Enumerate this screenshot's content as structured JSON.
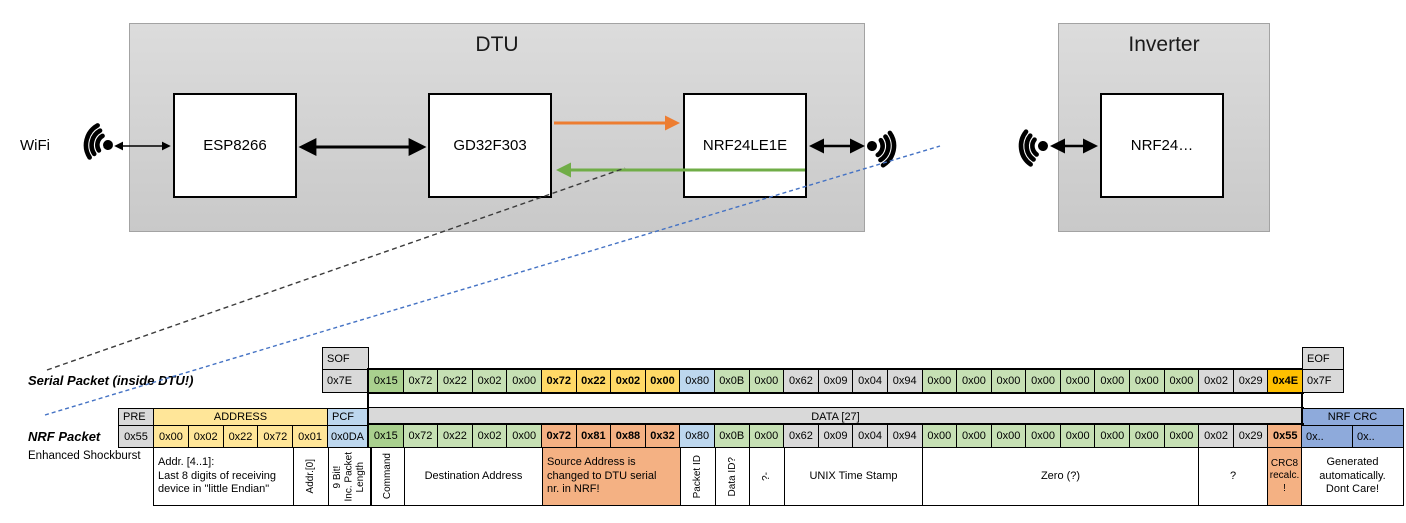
{
  "diagram": {
    "wifi_label": "WiFi",
    "dtu": {
      "title": "DTU",
      "esp": "ESP8266",
      "gd32": "GD32F303",
      "nrf": "NRF24LE1E"
    },
    "inverter": {
      "title": "Inverter",
      "nrf": "NRF24…"
    },
    "colors": {
      "orange_arrow": "#ED7D31",
      "green_arrow": "#70AD47",
      "blue_dashed_line": "#4472C4",
      "black_arrow": "#000000"
    }
  },
  "serial_packet": {
    "label": "Serial Packet (inside DTU!)",
    "sof_header": "SOF",
    "sof_value": "0x7E",
    "eof_header": "EOF",
    "eof_value": "0x7F",
    "bytes": [
      {
        "v": "0x15",
        "c": "gd"
      },
      {
        "v": "0x72",
        "c": "gl"
      },
      {
        "v": "0x22",
        "c": "gl"
      },
      {
        "v": "0x02",
        "c": "gl"
      },
      {
        "v": "0x00",
        "c": "gl"
      },
      {
        "v": "0x72",
        "c": "yb",
        "b": true
      },
      {
        "v": "0x22",
        "c": "yb",
        "b": true
      },
      {
        "v": "0x02",
        "c": "yb",
        "b": true
      },
      {
        "v": "0x00",
        "c": "yb",
        "b": true
      },
      {
        "v": "0x80",
        "c": "bl"
      },
      {
        "v": "0x0B",
        "c": "gl"
      },
      {
        "v": "0x00",
        "c": "gl"
      },
      {
        "v": "0x62",
        "c": "gr"
      },
      {
        "v": "0x09",
        "c": "gr"
      },
      {
        "v": "0x04",
        "c": "gr"
      },
      {
        "v": "0x94",
        "c": "gr"
      },
      {
        "v": "0x00",
        "c": "gl"
      },
      {
        "v": "0x00",
        "c": "gl"
      },
      {
        "v": "0x00",
        "c": "gl"
      },
      {
        "v": "0x00",
        "c": "gl"
      },
      {
        "v": "0x00",
        "c": "gl"
      },
      {
        "v": "0x00",
        "c": "gl"
      },
      {
        "v": "0x00",
        "c": "gl"
      },
      {
        "v": "0x00",
        "c": "gl"
      },
      {
        "v": "0x02",
        "c": "gr"
      },
      {
        "v": "0x29",
        "c": "gr"
      },
      {
        "v": "0x4E",
        "c": "or",
        "b": true
      }
    ]
  },
  "nrf_packet": {
    "label": "NRF Packet",
    "sublabel": "Enhanced Shockburst",
    "pre_header": "PRE",
    "pre_value": "0x55",
    "address_header": "ADDRESS",
    "address_bytes": [
      {
        "v": "0x00",
        "c": "yl"
      },
      {
        "v": "0x02",
        "c": "yl"
      },
      {
        "v": "0x22",
        "c": "yl"
      },
      {
        "v": "0x72",
        "c": "yl"
      },
      {
        "v": "0x01",
        "c": "yl"
      }
    ],
    "pcf_header": "PCF",
    "pcf_value": "0x0DA",
    "data_header": "DATA [27]",
    "bytes": [
      {
        "v": "0x15",
        "c": "gd"
      },
      {
        "v": "0x72",
        "c": "gl"
      },
      {
        "v": "0x22",
        "c": "gl"
      },
      {
        "v": "0x02",
        "c": "gl"
      },
      {
        "v": "0x00",
        "c": "gl"
      },
      {
        "v": "0x72",
        "c": "sa",
        "b": true
      },
      {
        "v": "0x81",
        "c": "sa",
        "b": true
      },
      {
        "v": "0x88",
        "c": "sa",
        "b": true
      },
      {
        "v": "0x32",
        "c": "sa",
        "b": true
      },
      {
        "v": "0x80",
        "c": "bl"
      },
      {
        "v": "0x0B",
        "c": "gl"
      },
      {
        "v": "0x00",
        "c": "gl"
      },
      {
        "v": "0x62",
        "c": "gr"
      },
      {
        "v": "0x09",
        "c": "gr"
      },
      {
        "v": "0x04",
        "c": "gr"
      },
      {
        "v": "0x94",
        "c": "gr"
      },
      {
        "v": "0x00",
        "c": "gl"
      },
      {
        "v": "0x00",
        "c": "gl"
      },
      {
        "v": "0x00",
        "c": "gl"
      },
      {
        "v": "0x00",
        "c": "gl"
      },
      {
        "v": "0x00",
        "c": "gl"
      },
      {
        "v": "0x00",
        "c": "gl"
      },
      {
        "v": "0x00",
        "c": "gl"
      },
      {
        "v": "0x00",
        "c": "gl"
      },
      {
        "v": "0x02",
        "c": "gr"
      },
      {
        "v": "0x29",
        "c": "gr"
      },
      {
        "v": "0x55",
        "c": "sa",
        "b": true
      }
    ],
    "crc_header": "NRF CRC",
    "crc_bytes": [
      {
        "v": "0x..",
        "c": "cb"
      },
      {
        "v": "0x..",
        "c": "cb"
      }
    ]
  },
  "annotations": {
    "addr41": "Addr. [4..1]:\nLast 8 digits of receiving\ndevice in \"little Endian\"",
    "addr0": "Addr.[0]",
    "pcf": "9 Bit!\nInc. Packet\nLength",
    "command": "Command",
    "dest": "Destination Address",
    "source": "Source Address is\nchanged to DTU serial\nnr. in NRF!",
    "packet_id": "Packet ID",
    "data_id": "Data ID?",
    "q1": "?-",
    "unix": "UNIX Time Stamp",
    "zero": "Zero (?)",
    "q2": "?",
    "crc8": "CRC8\nrecalc.\n!",
    "generated": "Generated\nautomatically.\nDont Care!"
  },
  "cell_colors": {
    "gray": "#D9D9D9",
    "green_dark": "#A9D08E",
    "green_light": "#C6E0B4",
    "yellow_address": "#FFE699",
    "gold_source": "#FFD966",
    "blue_light": "#BDD7EE",
    "blue_crc": "#8EAADB",
    "salmon": "#F4B183",
    "orange_crc8": "#FFC000"
  }
}
